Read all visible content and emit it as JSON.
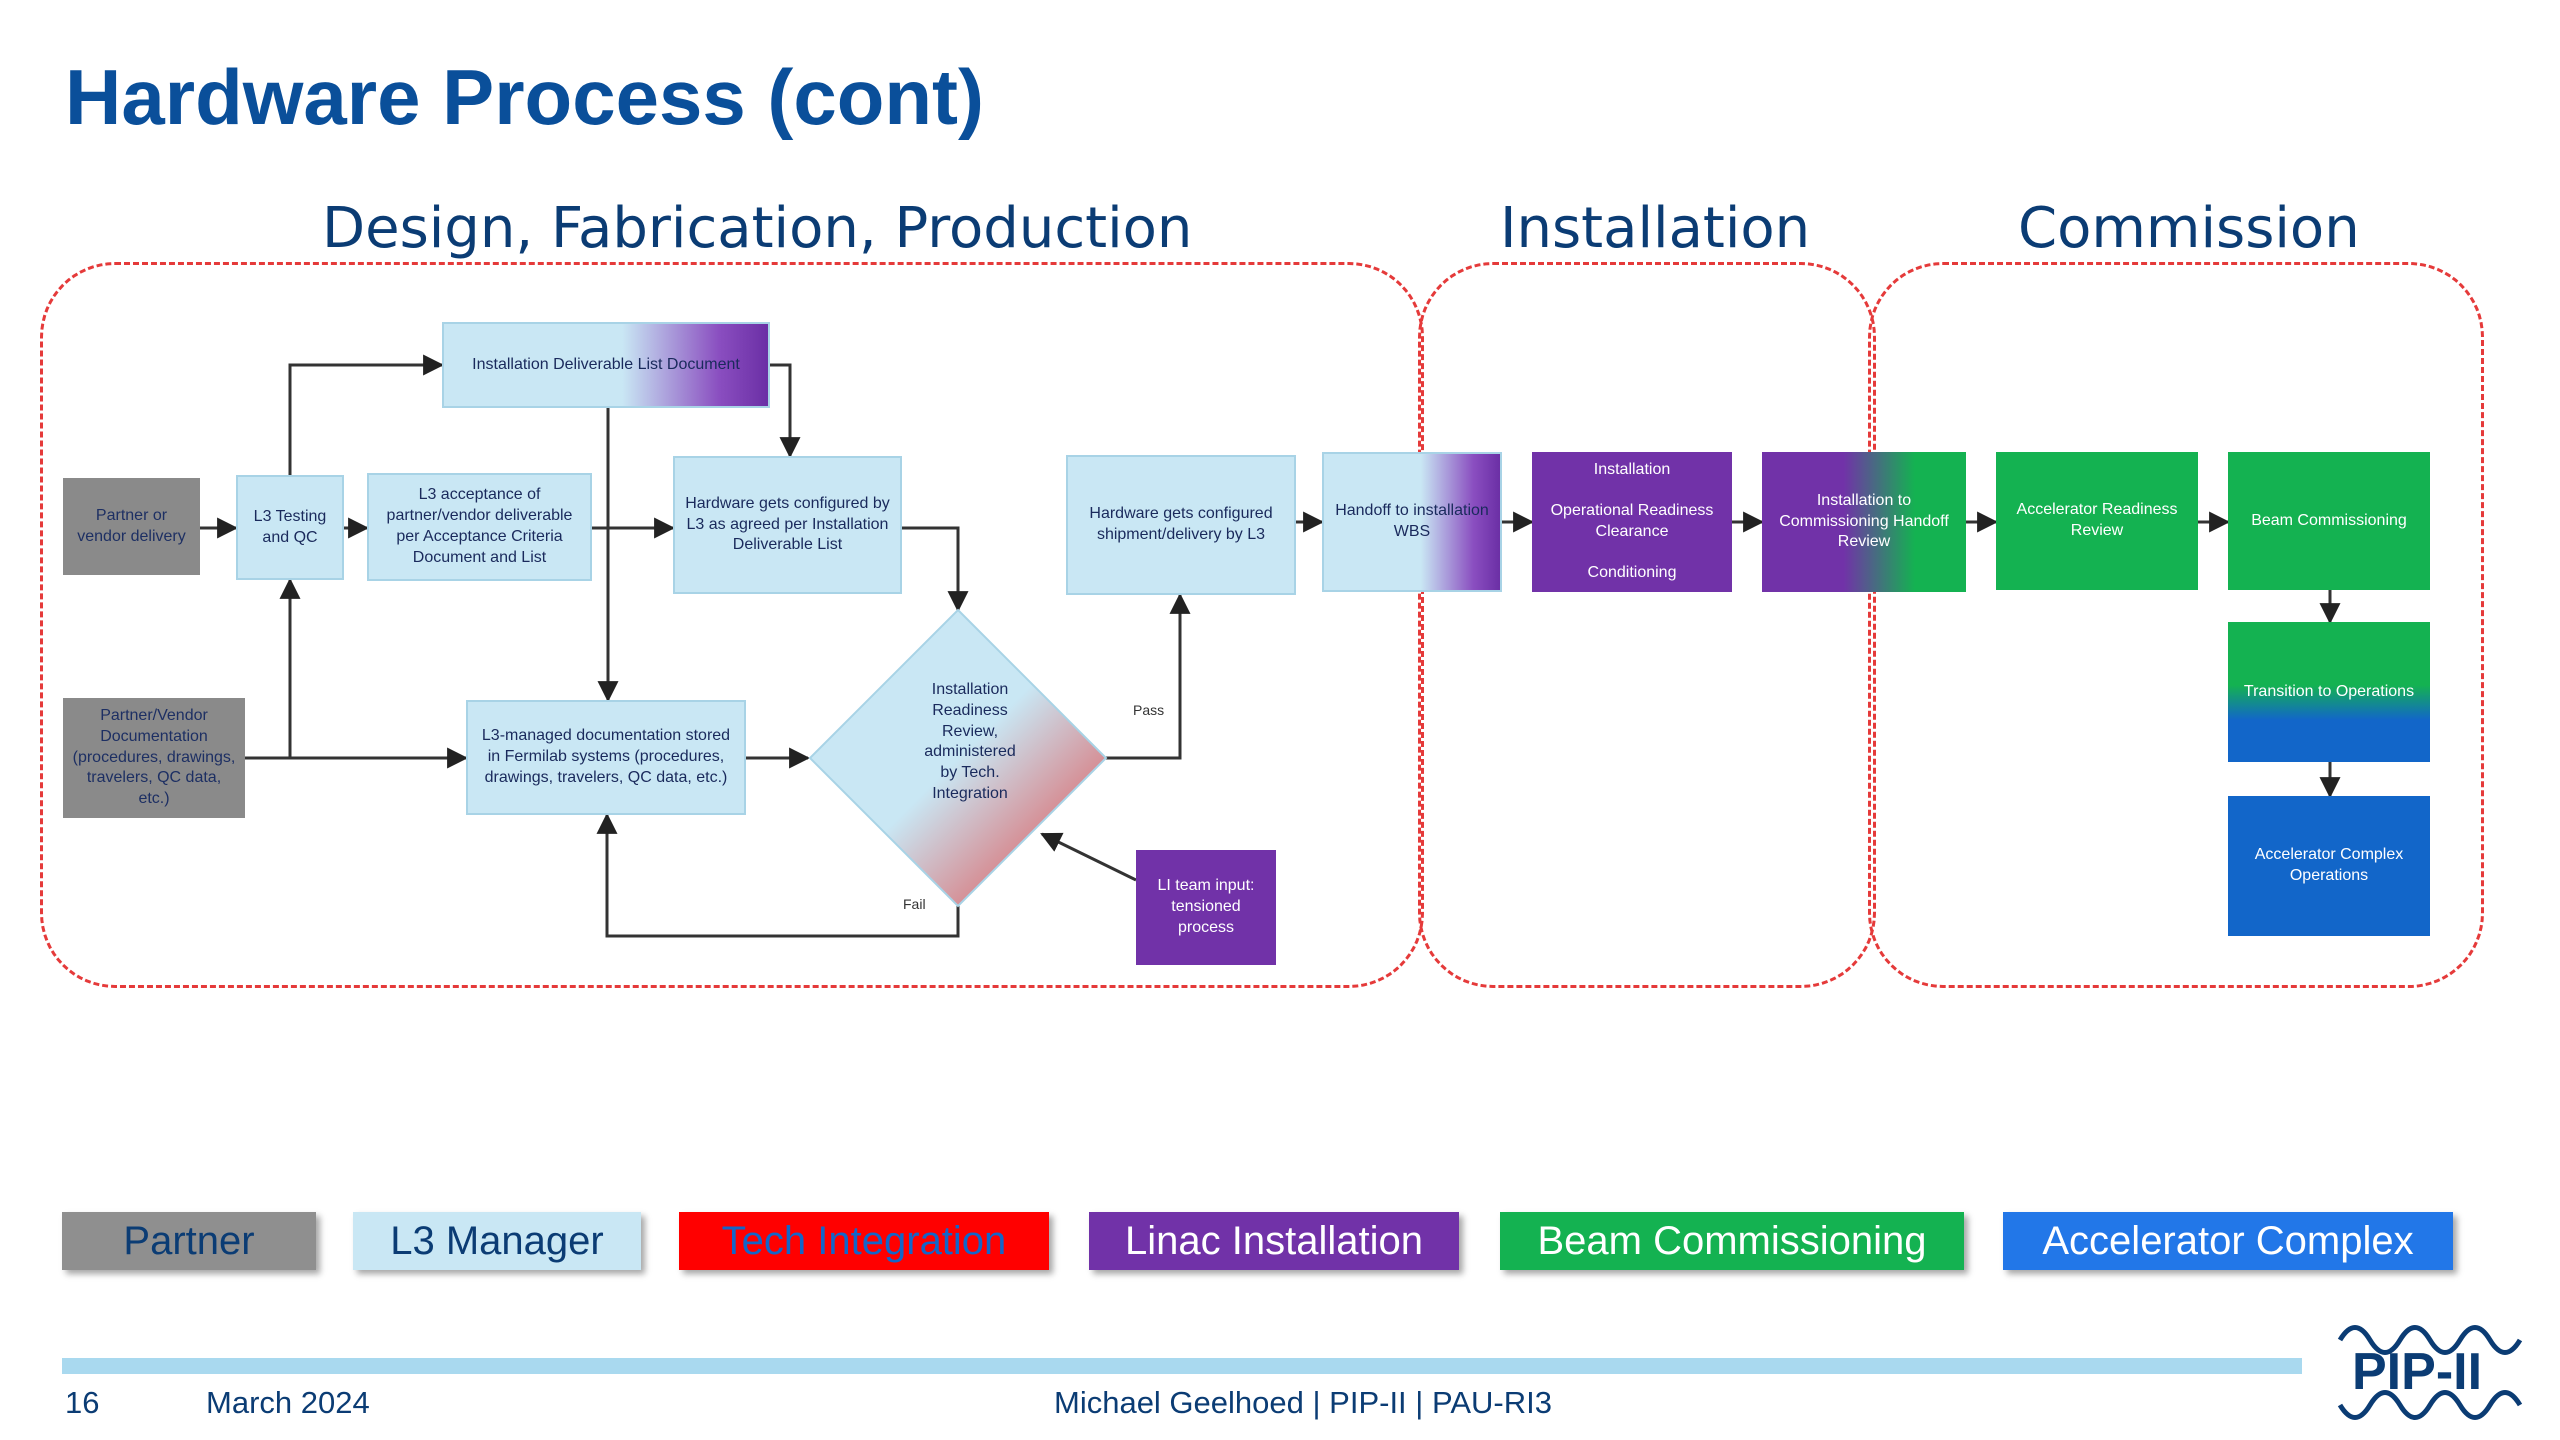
{
  "title": "Hardware Process (cont)",
  "sections": {
    "design": "Design, Fabrication, Production",
    "installation": "Installation",
    "commission": "Commission"
  },
  "nodes": {
    "partner_vendor_delivery": "Partner or vendor delivery",
    "partner_vendor_documentation": "Partner/Vendor Documentation (procedures, drawings, travelers, QC data, etc.)",
    "l3_testing_qc": "L3 Testing and QC",
    "l3_acceptance": "L3 acceptance of partner/vendor deliverable per Acceptance Criteria Document and List",
    "installation_deliverable_list": "Installation Deliverable List Document",
    "hardware_configured_l3": "Hardware gets configured by L3 as agreed per Installation Deliverable List",
    "l3_managed_documentation": "L3-managed documentation stored in Fermilab systems (procedures, drawings, travelers, QC data, etc.)",
    "installation_readiness_review": "Installation Readiness Review, administered by Tech. Integration",
    "li_team_input": "LI team input: tensioned process",
    "hardware_configured_shipment": "Hardware gets configured shipment/delivery by L3",
    "handoff_installation_wbs": "Handoff to installation WBS",
    "install_box": {
      "line1": "Installation",
      "line2": "Operational Readiness Clearance",
      "line3": "Conditioning"
    },
    "installation_commissioning_handoff": "Installation to Commissioning Handoff Review",
    "accelerator_readiness_review": "Accelerator Readiness Review",
    "beam_commissioning": "Beam Commissioning",
    "transition_operations": "Transition to Operations",
    "accelerator_complex_operations": "Accelerator Complex Operations"
  },
  "edge_labels": {
    "pass": "Pass",
    "fail": "Fail"
  },
  "legend": [
    {
      "label": "Partner",
      "bg": "#8f8f8f",
      "color": "#0b3c74"
    },
    {
      "label": "L3 Manager",
      "bg": "#c9e7f4",
      "color": "#0b3c74"
    },
    {
      "label": "Tech Integration",
      "bg": "#ff0000",
      "color": "#1266c9"
    },
    {
      "label": "Linac Installation",
      "bg": "#7132a8",
      "color": "#ffffff"
    },
    {
      "label": "Beam Commissioning",
      "bg": "#14b251",
      "color": "#ffffff"
    },
    {
      "label": "Accelerator Complex",
      "bg": "#2277e8",
      "color": "#ffffff"
    }
  ],
  "footer": {
    "page_number": "16",
    "date": "March 2024",
    "presenter": "Michael Geelhoed | PIP-II | PAU-RI3",
    "logo": "PIP-II"
  }
}
